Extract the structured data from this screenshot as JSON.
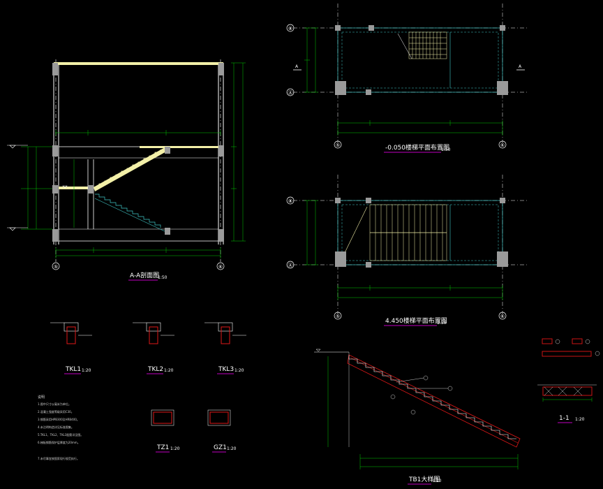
{
  "colors": {
    "background": "#000000",
    "wall": "#ffffff",
    "concrete_fill": "#f3f0a8",
    "dimension": "#00c800",
    "axis_frame": "#40c8c8",
    "beam_red": "#e01818",
    "annotation_underline": "#c000c0",
    "column": "#9a9a9a"
  },
  "drawings": {
    "section_aa": {
      "title": "A-A剖面图",
      "scale": "1:50",
      "axis_left": "⑤",
      "axis_right": "⑥"
    },
    "plan_1": {
      "title": "-0.050楼梯平面布置图",
      "scale": "1:50",
      "axis_top": "⑧",
      "axis_bottom": "Ⓐ",
      "axis_left": "⑤",
      "axis_right": "⑥",
      "section_mark": "A"
    },
    "plan_2": {
      "title": "4.450楼梯平面布置图",
      "scale": "1:50",
      "axis_top": "⑧",
      "axis_bottom": "Ⓐ",
      "axis_left": "⑤",
      "axis_right": "⑥"
    },
    "beams": [
      {
        "title": "TKL1",
        "scale": "1:20"
      },
      {
        "title": "TKL2",
        "scale": "1:20"
      },
      {
        "title": "TKL3",
        "scale": "1:20"
      }
    ],
    "columns": [
      {
        "title": "TZ1",
        "scale": "1:20"
      },
      {
        "title": "GZ1",
        "scale": "1:20"
      }
    ],
    "stair_detail": {
      "title": "TB1大样图",
      "scale": "1:20"
    },
    "section_11": {
      "title": "1-1",
      "scale": "1:20"
    }
  },
  "notes": {
    "heading": "说明",
    "lines": [
      "1.图中尺寸以毫米为单位。",
      "2.混凝土强度等级采用C30。",
      "3.钢筋采用HPB300及HRB400。",
      "4.未注明构造详见标准图集。",
      "5.TKL1、TKL2、TKL3配筋详见图。",
      "6.梯板钢筋保护层厚度为20mm。",
      "7.未尽事宜按国家现行规范执行。"
    ]
  }
}
